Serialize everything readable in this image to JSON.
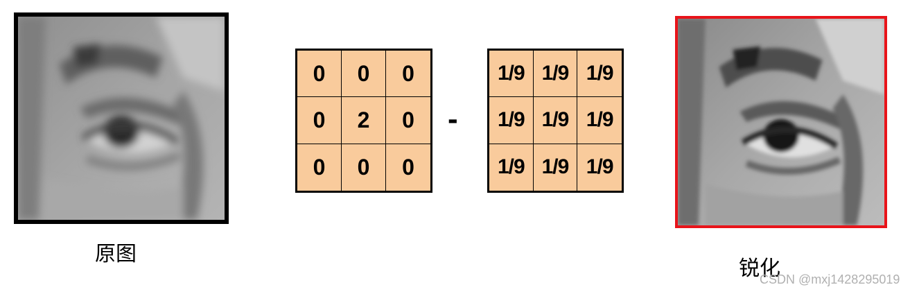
{
  "captions": {
    "original": "原图",
    "sharpened": "锐化"
  },
  "operator": "-",
  "identity_kernel": [
    "0",
    "0",
    "0",
    "0",
    "2",
    "0",
    "0",
    "0",
    "0"
  ],
  "mean_kernel": [
    "1/9",
    "1/9",
    "1/9",
    "1/9",
    "1/9",
    "1/9",
    "1/9",
    "1/9",
    "1/9"
  ],
  "watermark": "CSDN @mxj1428295019",
  "colors": {
    "kernel_fill": "#f9cb9c",
    "sharpened_border": "#e8141a",
    "original_border": "#000000"
  }
}
